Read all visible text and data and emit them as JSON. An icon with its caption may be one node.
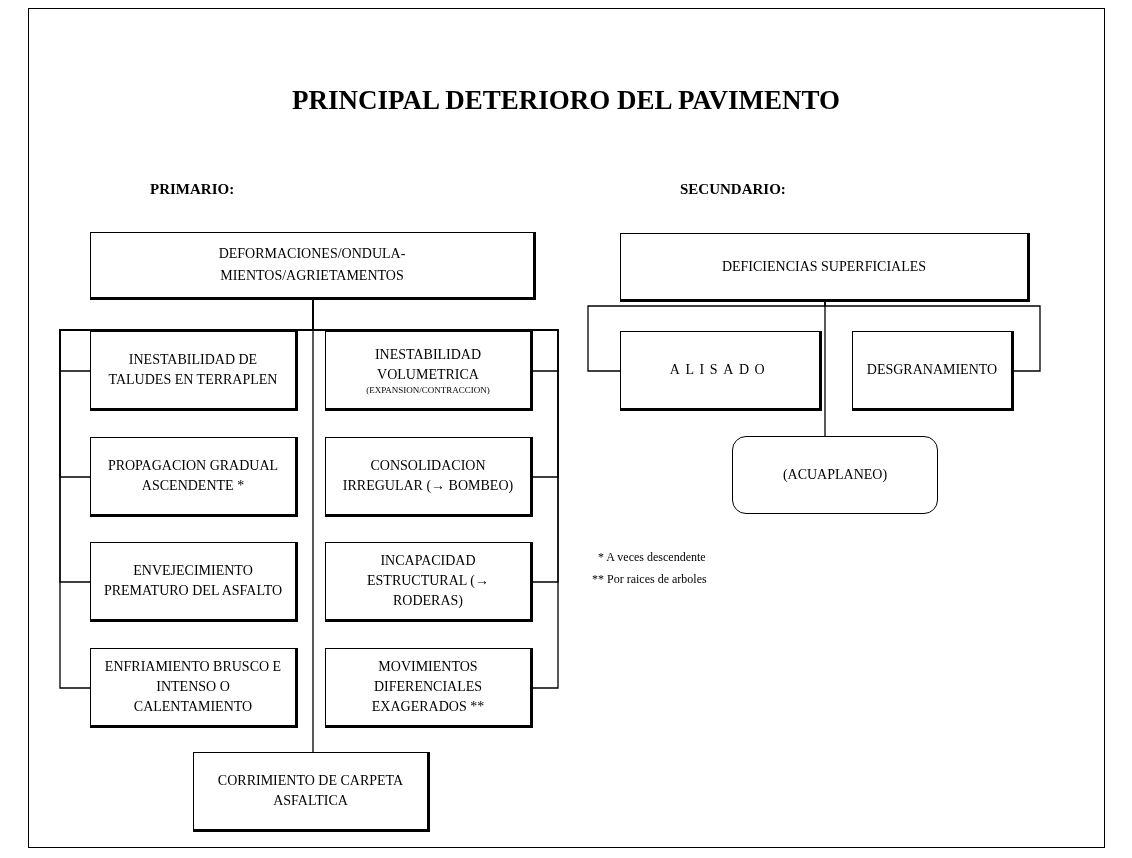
{
  "diagram": {
    "title": "PRINCIPAL DETERIORO DEL PAVIMENTO",
    "nodes": [
      {
        "text": [
          "DEFORMACIONES/ONDULA- MIENTOS/AGRIETAMENTOS"
        ]
      },
      {
        "text": [
          "INESTABILIDAD DE TALUDES EN TERRAPLEN"
        ]
      },
      {
        "text": [
          "PROPAGACION GRADUAL ASCENDENTE *"
        ]
      },
      {
        "text": [
          "ENVEJECIMIENTO PREMATURO DEL ASFALTO"
        ]
      },
      {
        "text": [
          "ENFRIAMIENTO BRUSCO E INTENSO O CALENTAMIENTO"
        ]
      },
      {
        "text": [
          "INESTABILIDAD VOLUMETRICA",
          "(EXPANSION/CONTRACCION)"
        ]
      },
      {
        "text": [
          "CONSOLIDACION IRREGULAR (→ BOMBEO)"
        ]
      },
      {
        "text": [
          "INCAPACIDAD ESTRUCTURAL (→ RODERAS)"
        ]
      },
      {
        "text": [
          "MOVIMIENTOS DIFERENCIALES EXAGERADOS **"
        ]
      },
      {
        "text": [
          "CORRIMIENTO DE CARPETA ASFALTICA"
        ]
      },
      {
        "text": [
          "DEFICIENCIAS SUPERFICIALES"
        ]
      },
      {
        "text": [
          "ALISADO"
        ]
      },
      {
        "text": [
          "DESGRANAMIENTO"
        ]
      },
      {
        "text": [
          "(ACUAPLANEO)"
        ]
      }
    ],
    "edges": [
      {
        "from": 0,
        "to": 1,
        "arrow": "none"
      },
      {
        "from": 0,
        "to": 2,
        "arrow": "none"
      },
      {
        "from": 0,
        "to": 3,
        "arrow": "none"
      },
      {
        "from": 0,
        "to": 4,
        "arrow": "none"
      },
      {
        "from": 0,
        "to": 5,
        "arrow": "none"
      },
      {
        "from": 0,
        "to": 6,
        "arrow": "none"
      },
      {
        "from": 0,
        "to": 7,
        "arrow": "none"
      },
      {
        "from": 0,
        "to": 8,
        "arrow": "none"
      },
      {
        "from": 0,
        "to": 9,
        "arrow": "none"
      },
      {
        "from": 10,
        "to": 11,
        "arrow": "none"
      },
      {
        "from": 10,
        "to": 12,
        "arrow": "none"
      },
      {
        "from": 10,
        "to": 13,
        "arrow": "none"
      }
    ],
    "labels": [
      "PRIMARIO:",
      "SECUNDARIO:",
      "* A veces descendente",
      "** Por raices de arboles"
    ]
  }
}
